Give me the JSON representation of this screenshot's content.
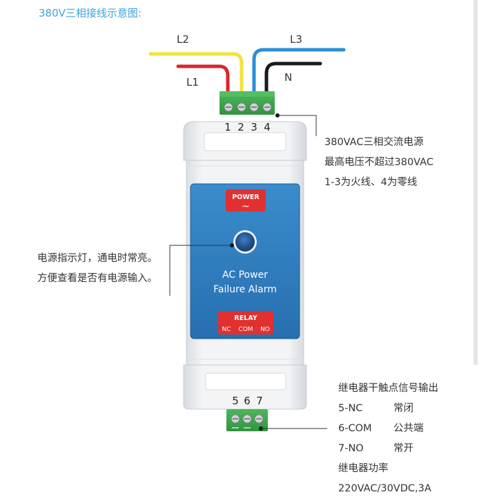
{
  "title": "380V三相接线示意图:",
  "wires": {
    "L1": "L1",
    "L2": "L2",
    "L3": "L3",
    "N": "N"
  },
  "top_terminal_numbers": [
    "1",
    "2",
    "3",
    "4"
  ],
  "bottom_terminal_numbers": [
    "5",
    "6",
    "7"
  ],
  "panel": {
    "power_label": "POWER",
    "power_symbol": "~",
    "device_name_line1": "AC Power",
    "device_name_line2": "Failure Alarm",
    "relay_label": "RELAY",
    "relay_nc": "NC",
    "relay_com": "COM",
    "relay_no": "NO"
  },
  "power_info": [
    "380VAC三相交流电源",
    "最高电压不超过380VAC",
    "1-3为火线、4为零线"
  ],
  "indicator_info": [
    "电源指示灯，通电时常亮。",
    "方便查看是否有电源输入。"
  ],
  "relay_info": {
    "heading": "继电器干触点信号输出",
    "rows": [
      {
        "pin": "5-NC",
        "desc": "常闭"
      },
      {
        "pin": "6-COM",
        "desc": "公共端"
      },
      {
        "pin": "7-NO",
        "desc": "常开"
      }
    ],
    "power_heading": "继电器功率",
    "power_value": "220VAC/30VDC,3A"
  },
  "colors": {
    "title": "#3aa4d6",
    "wire_l1": "#d8262c",
    "wire_l2": "#f2e33a",
    "wire_l3": "#2b8fd6",
    "wire_n": "#1a1a1a",
    "terminal_green": "#3aa64a",
    "panel_blue": "#2d7bbf",
    "badge_red": "#e0302f"
  }
}
